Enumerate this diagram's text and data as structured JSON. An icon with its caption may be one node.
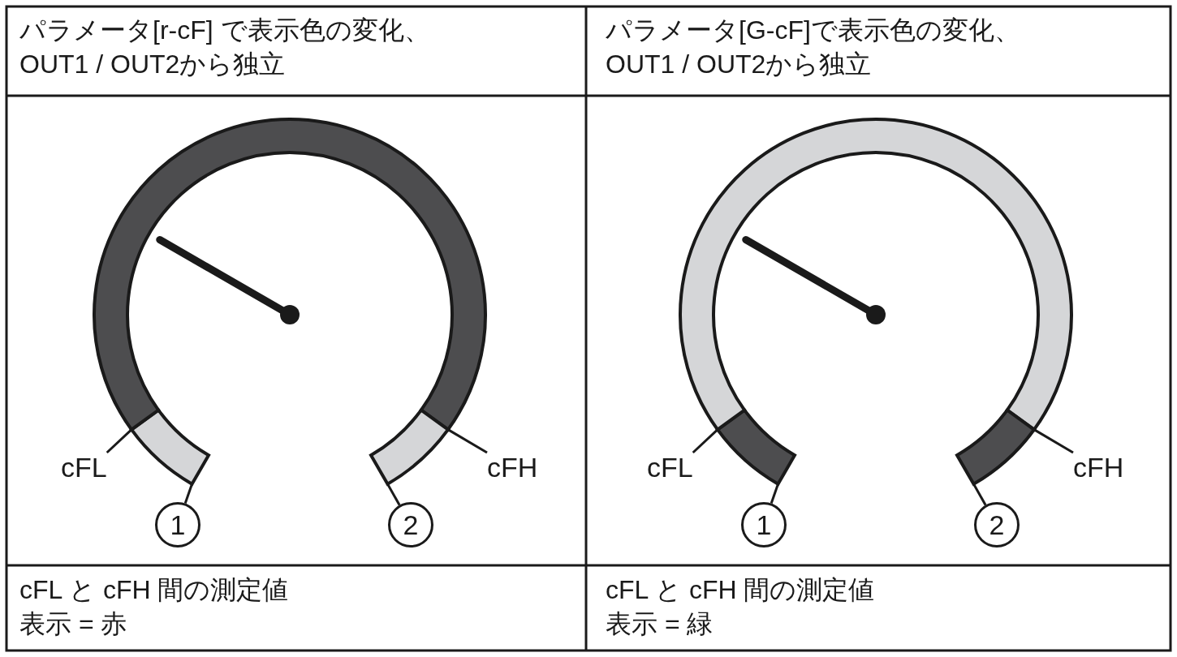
{
  "diagram": {
    "nodes": [
      {
        "text": [
          "cFL"
        ]
      },
      {
        "text": [
          "cFH"
        ]
      },
      {
        "text": [
          "1"
        ]
      },
      {
        "text": [
          "2"
        ]
      },
      {
        "text": [
          "cFL"
        ]
      },
      {
        "text": [
          "cFH"
        ]
      },
      {
        "text": [
          "1"
        ]
      },
      {
        "text": [
          "2"
        ]
      }
    ],
    "edges": [
      {
        "from": 0,
        "to": null,
        "arrow": "none"
      },
      {
        "from": 1,
        "to": null,
        "arrow": "none"
      },
      {
        "from": 2,
        "to": null,
        "arrow": "none"
      },
      {
        "from": 3,
        "to": null,
        "arrow": "none"
      },
      {
        "from": 4,
        "to": null,
        "arrow": "none"
      },
      {
        "from": 5,
        "to": null,
        "arrow": "none"
      },
      {
        "from": 6,
        "to": null,
        "arrow": "none"
      },
      {
        "from": 7,
        "to": null,
        "arrow": "none"
      }
    ],
    "labels": [
      "パラメータ[r-cF] で表示色の変化、",
      "OUT1 / OUT2から独立",
      "パラメータ[G-cF]で表示色の変化、",
      "OUT1 / OUT2から独立",
      "cFL と cFH 間の測定値",
      "表示 = 赤",
      "cFL と cFH 間の測定値",
      "表示 = 緑"
    ]
  }
}
